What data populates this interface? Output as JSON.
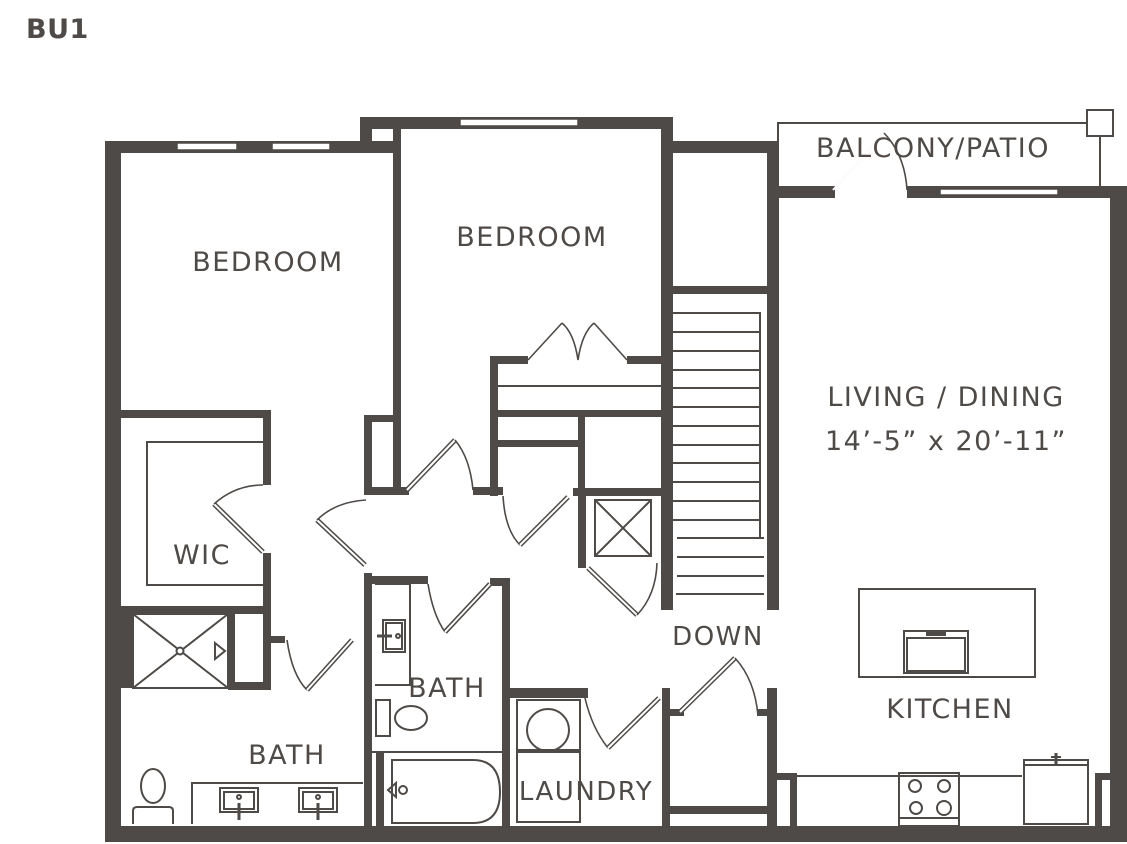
{
  "plan": {
    "unit_name": "BU1",
    "wall_color": "#4e4a47",
    "background_color": "#ffffff"
  },
  "rooms": {
    "bedroom_1": {
      "label": "BEDROOM"
    },
    "bedroom_2": {
      "label": "BEDROOM"
    },
    "balcony": {
      "label": "BALCONY/PATIO"
    },
    "living_dining": {
      "label": "LIVING / DINING",
      "dimensions": "14’-5” x 20’-11”"
    },
    "wic": {
      "label": "WIC"
    },
    "bath_primary": {
      "label": "BATH"
    },
    "bath_secondary": {
      "label": "BATH"
    },
    "laundry": {
      "label": "LAUNDRY"
    },
    "stairs": {
      "label": "DOWN"
    },
    "kitchen": {
      "label": "KITCHEN"
    }
  }
}
